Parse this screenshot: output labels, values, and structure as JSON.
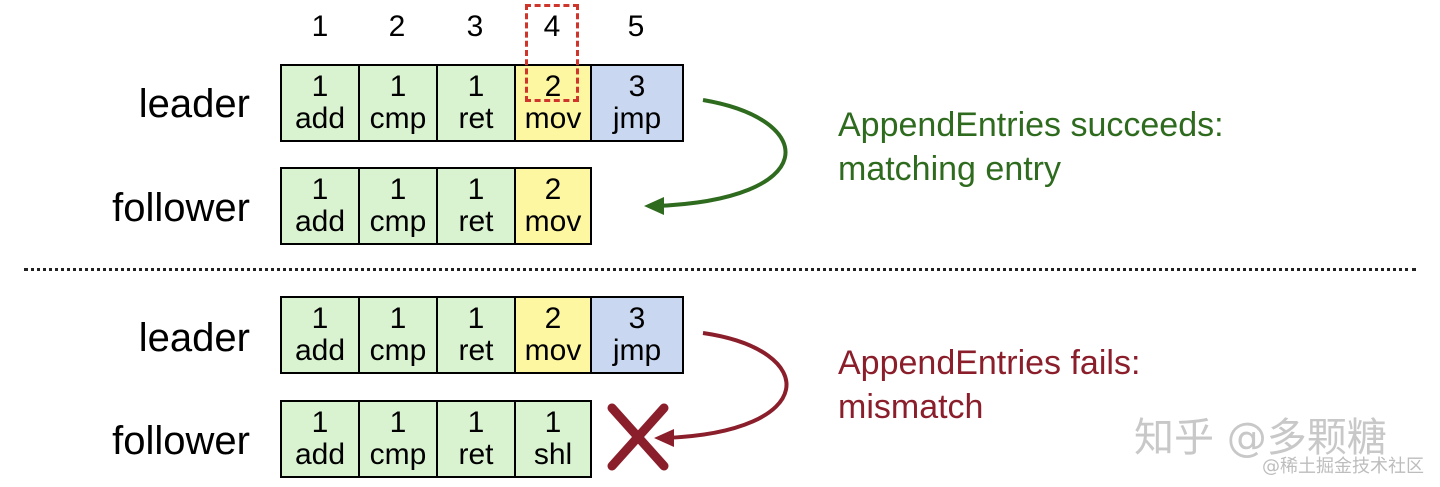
{
  "indices": [
    "1",
    "2",
    "3",
    "4",
    "5"
  ],
  "colors": {
    "green_cell": "#d9f2d0",
    "yellow_cell": "#fdf7a2",
    "blue_cell": "#c9d7f0",
    "success_text": "#2f6b1f",
    "fail_text": "#8b1e2b",
    "highlight_dash": "#d0352b"
  },
  "top_scenario": {
    "leader_label": "leader",
    "follower_label": "follower",
    "leader_entries": [
      {
        "term": "1",
        "cmd": "add"
      },
      {
        "term": "1",
        "cmd": "cmp"
      },
      {
        "term": "1",
        "cmd": "ret"
      },
      {
        "term": "2",
        "cmd": "mov"
      },
      {
        "term": "3",
        "cmd": "jmp"
      }
    ],
    "follower_entries": [
      {
        "term": "1",
        "cmd": "add"
      },
      {
        "term": "1",
        "cmd": "cmp"
      },
      {
        "term": "1",
        "cmd": "ret"
      },
      {
        "term": "2",
        "cmd": "mov"
      }
    ],
    "message_line1": "AppendEntries succeeds:",
    "message_line2": "matching entry"
  },
  "bottom_scenario": {
    "leader_label": "leader",
    "follower_label": "follower",
    "leader_entries": [
      {
        "term": "1",
        "cmd": "add"
      },
      {
        "term": "1",
        "cmd": "cmp"
      },
      {
        "term": "1",
        "cmd": "ret"
      },
      {
        "term": "2",
        "cmd": "mov"
      },
      {
        "term": "3",
        "cmd": "jmp"
      }
    ],
    "follower_entries": [
      {
        "term": "1",
        "cmd": "add"
      },
      {
        "term": "1",
        "cmd": "cmp"
      },
      {
        "term": "1",
        "cmd": "ret"
      },
      {
        "term": "1",
        "cmd": "shl"
      }
    ],
    "message_line1": "AppendEntries fails:",
    "message_line2": "mismatch"
  },
  "watermark": {
    "main": "知乎 @多颗糖",
    "sub": "@稀土掘金技术社区"
  }
}
